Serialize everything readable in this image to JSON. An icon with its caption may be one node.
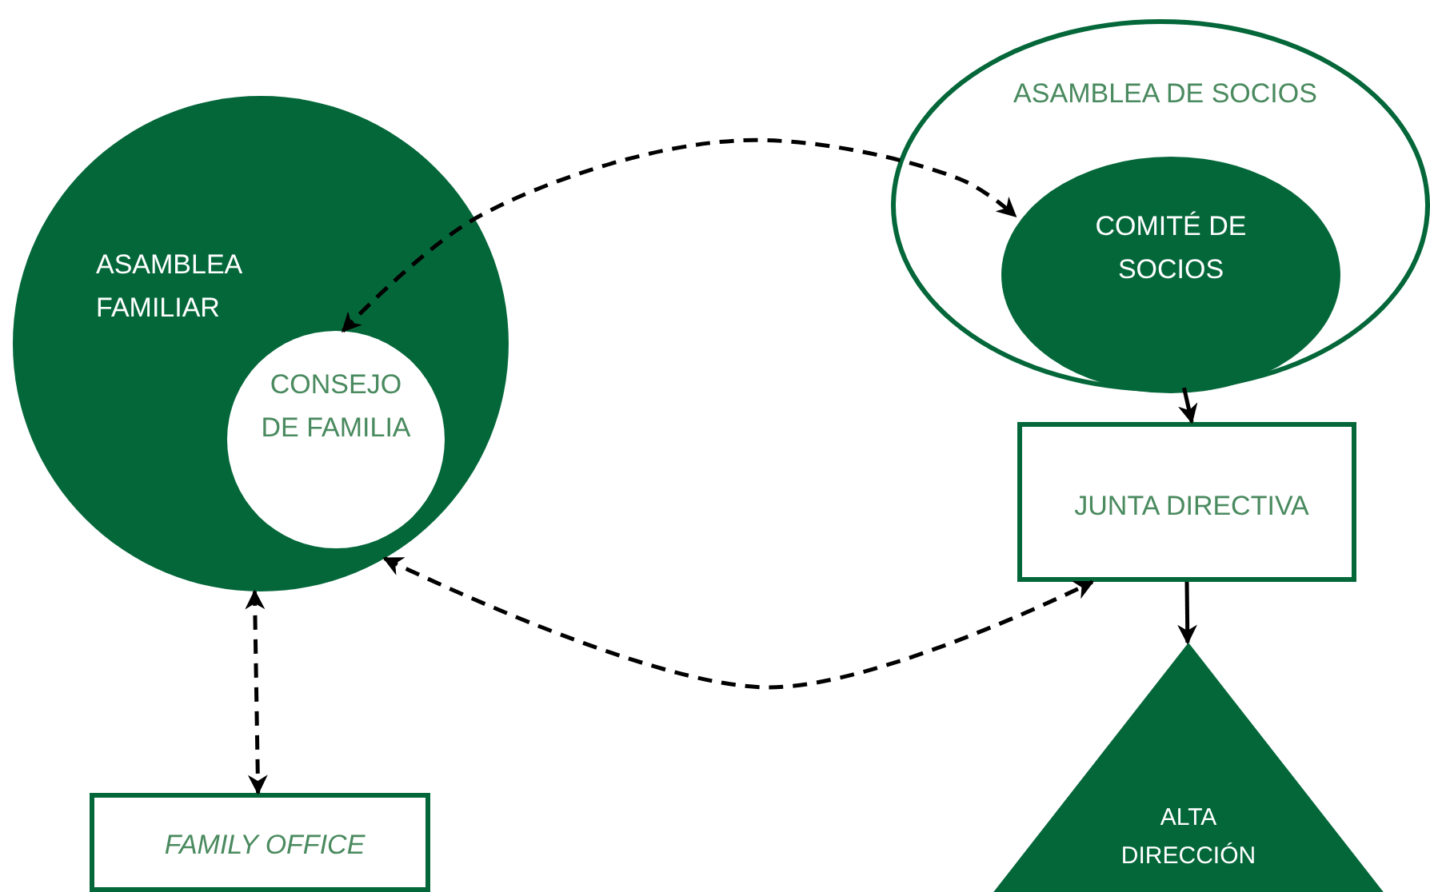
{
  "diagram": {
    "nodes": [
      {
        "text": [
          "ASAMBLEA FAMILIAR"
        ]
      },
      {
        "text": [
          "CONSEJO DE FAMILIA"
        ],
        "in": 0
      },
      {
        "text": [
          "ASAMBLEA DE SOCIOS"
        ]
      },
      {
        "text": [
          "COMITÉ DE SOCIOS"
        ],
        "in": 2
      },
      {
        "text": [
          "JUNTA DIRECTIVA"
        ]
      },
      {
        "text": [
          "ALTA DIRECCIÓN"
        ]
      },
      {
        "text": [
          "FAMILY OFFICE"
        ]
      }
    ],
    "edges": [
      {
        "from": 1,
        "to": 3,
        "arrow": "both",
        "style": "dashed"
      },
      {
        "from": 3,
        "to": 4,
        "arrow": "to"
      },
      {
        "from": 4,
        "to": 5,
        "arrow": "to"
      },
      {
        "from": 0,
        "to": 4,
        "arrow": "both",
        "style": "dashed"
      },
      {
        "from": 0,
        "to": 6,
        "arrow": "both",
        "style": "dashed"
      }
    ]
  }
}
